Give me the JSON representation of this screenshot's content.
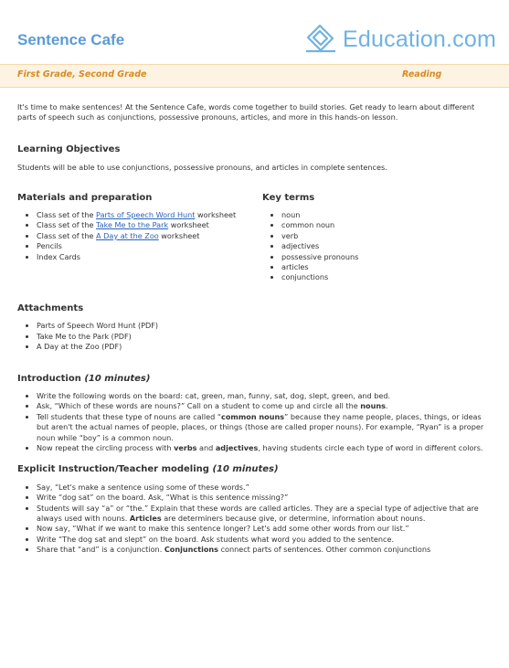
{
  "header": {
    "title": "Sentence Cafe",
    "logo_text": "Education.com",
    "brand_color": "#6fb3e0"
  },
  "grade_bar": {
    "grades": "First Grade, Second Grade",
    "subject": "Reading"
  },
  "intro_text": "It's time to make sentences! At the Sentence Cafe, words come together to build stories. Get ready to learn about different parts of speech such as conjunctions, possessive pronouns, articles, and more in this hands-on lesson.",
  "objectives": {
    "heading": "Learning Objectives",
    "text": "Students will be able to use conjunctions, possessive pronouns, and articles in complete sentences."
  },
  "materials": {
    "heading": "Materials and preparation",
    "items": [
      {
        "pre": "Class set of the ",
        "link": "Parts of Speech Word Hunt",
        "post": " worksheet"
      },
      {
        "pre": "Class set of the ",
        "link": "Take Me to the Park",
        "post": " worksheet"
      },
      {
        "pre": "Class set of the ",
        "link": "A Day at the Zoo",
        "post": " worksheet"
      },
      {
        "pre": "Pencils",
        "link": "",
        "post": ""
      },
      {
        "pre": "Index Cards",
        "link": "",
        "post": ""
      }
    ]
  },
  "key_terms": {
    "heading": "Key terms",
    "items": [
      "noun",
      "common noun",
      "verb",
      "adjectives",
      "possessive pronouns",
      "articles",
      "conjunctions"
    ]
  },
  "attachments": {
    "heading": "Attachments",
    "items": [
      "Parts of Speech Word Hunt (PDF)",
      "Take Me to the Park (PDF)",
      "A Day at the Zoo (PDF)"
    ]
  },
  "introduction": {
    "heading": "Introduction",
    "duration": "(10 minutes)",
    "items": [
      [
        {
          "t": "Write the following words on the board: cat, green, man, funny, sat, dog, slept, green, and bed."
        }
      ],
      [
        {
          "t": "Ask, “Which of these words are nouns?” Call on a student to come up and circle all the "
        },
        {
          "t": "nouns",
          "b": true
        },
        {
          "t": "."
        }
      ],
      [
        {
          "t": "Tell students that these type of nouns are called “"
        },
        {
          "t": "common nouns",
          "b": true
        },
        {
          "t": "” because they name people, places, things, or ideas but aren't the actual names of people, places, or things (those are called proper nouns). For example, “Ryan” is a proper noun while “boy” is a common noun."
        }
      ],
      [
        {
          "t": "Now repeat the circling process with "
        },
        {
          "t": "verbs",
          "b": true
        },
        {
          "t": " and "
        },
        {
          "t": "adjectives",
          "b": true
        },
        {
          "t": ", having students circle each type of word in different colors."
        }
      ]
    ]
  },
  "explicit": {
    "heading": "Explicit Instruction/Teacher modeling",
    "duration": "(10 minutes)",
    "items": [
      [
        {
          "t": "Say, “Let's make a sentence using some of these words.”"
        }
      ],
      [
        {
          "t": "Write “dog sat” on the board. Ask, “What is this sentence missing?”"
        }
      ],
      [
        {
          "t": "Students will say “a” or “the.” Explain that these words are called articles. They are a special type of adjective that are always used with nouns. "
        },
        {
          "t": "Articles",
          "b": true
        },
        {
          "t": " are determiners because give, or determine, information about nouns."
        }
      ],
      [
        {
          "t": "Now say, “What if we want to make this sentence longer? Let's add some other words from our list.”"
        }
      ],
      [
        {
          "t": "Write “The dog sat and slept” on the board. Ask students what word you added to the sentence."
        }
      ],
      [
        {
          "t": "Share that “and” is a conjunction. "
        },
        {
          "t": "Conjunctions",
          "b": true
        },
        {
          "t": " connect parts of sentences. Other common conjunctions"
        }
      ]
    ]
  }
}
